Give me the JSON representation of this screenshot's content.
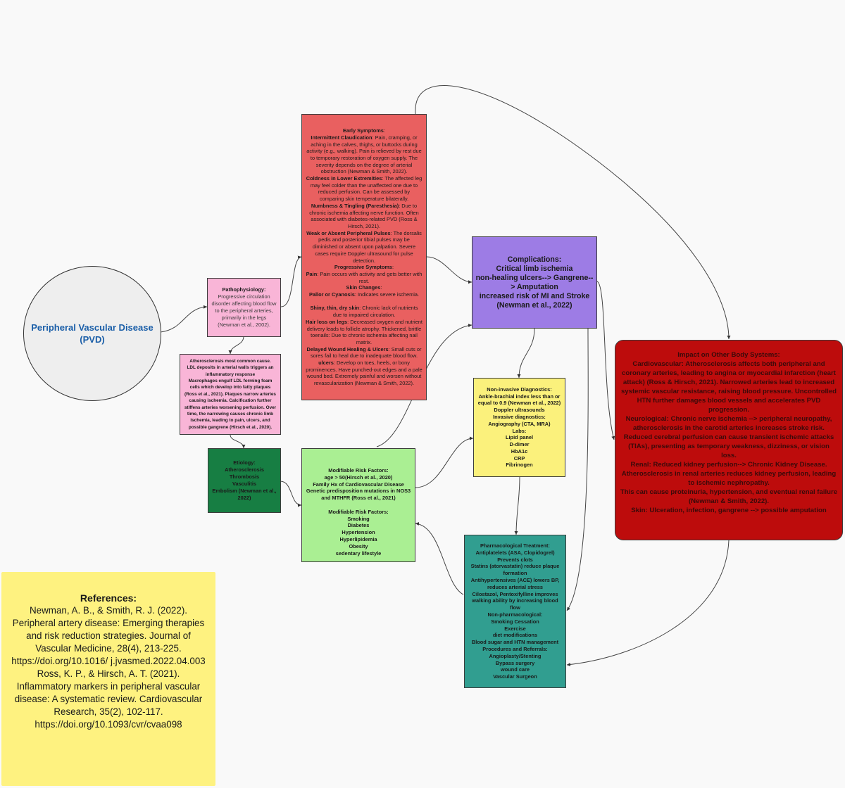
{
  "colors": {
    "background": "#f9f9f9",
    "pvd_circle": "#eeeeee",
    "pvd_title": "#1a5ea8",
    "pathophysiology": "#f9b5d7",
    "atherosclerosis": "#f9b5d7",
    "etiology": "#177e43",
    "symptoms": "#e96060",
    "risk_factors": "#aaef93",
    "complications": "#9d7ce5",
    "diagnostics": "#fbf17c",
    "treatment": "#319e90",
    "impact": "#bd0c0c",
    "references": "#fef280"
  },
  "pvd": {
    "title_line1": "Peripheral Vascular Disease",
    "title_line2": "(PVD)"
  },
  "pathophysiology": {
    "heading": "Pathophysiology:",
    "body": "Progressive circulation disorder affecting blood flow to the peripheral arteries, primarily in the legs (Newman et al., 2002)."
  },
  "atherosclerosis": {
    "lines": [
      "Atherosclerosis most common cause.",
      "LDL deposits in arterial walls triggers an inflammatory response",
      "Macrophages engulf LDL forming foam cells which develop into fatty plaques (Ross et al., 2021). Plaques narrow arteries causing ischemia. Calcification further stiffens arteries worsening perfusion. Over time, the narrowing causes chronic limb ischemia, leading to pain, ulcers, and possible gangrene (Hirsch et al., 2020)."
    ]
  },
  "etiology": {
    "heading": "Etiology:",
    "items": [
      "Atherosclerosis",
      "Thrombosis",
      "Vasculitis",
      "Embolism (Newman et al., 2022)"
    ]
  },
  "symptoms": {
    "sections": [
      {
        "label": "Early Symptoms",
        "sep": ":",
        "text": ""
      },
      {
        "label": "Intermittent Claudication",
        "sep": ":",
        "text": "  Pain, cramping, or aching in the calves, thighs, or buttocks during activity (e.g., walking).  Pain is relieved by rest due to temporary restoration of oxygen supply.  The severity depends on the degree of arterial obstruction (Newman & Smith, 2022)."
      },
      {
        "label": "Coldness in Lower Extremities",
        "sep": ":",
        "text": "  The affected leg may feel colder than the unaffected one due to reduced perfusion.  Can be assessed by comparing skin temperature bilaterally."
      },
      {
        "label": "Numbness & Tingling (Paresthesia)",
        "sep": ":",
        "text": "  Due to chronic ischemia affecting nerve function.  Often associated with diabetes-related PVD (Ross & Hirsch, 2021)."
      },
      {
        "label": "Weak or Absent Peripheral Pulses",
        "sep": ":",
        "text": "  The dorsalis pedis and posterior tibial pulses may be diminished or absent upon palpation.  Severe cases require Doppler ultrasound for pulse detection."
      },
      {
        "label": "Progressive Symptoms",
        "sep": ":",
        "text": ""
      },
      {
        "label": "Pain",
        "sep": ":",
        "text": "  Pain occurs with activity and gets better with rest."
      },
      {
        "label": "Skin Changes",
        "sep": ":",
        "text": ""
      },
      {
        "label": "Pallor or Cyanosis",
        "sep": ":",
        "text": " Indicates severe ischemia."
      },
      {
        "label": "",
        "sep": "",
        "text": " "
      },
      {
        "label": "Shiny, thin, dry skin",
        "sep": ":",
        "text": " Chronic lack of nutrients due to impaired circulation."
      },
      {
        "label": "Hair loss on legs",
        "sep": ":",
        "text": " Decreased oxygen and nutrient delivery leads to follicle atrophy.  Thickened, brittle toenails: Due to chronic ischemia affecting nail matrix."
      },
      {
        "label": "Delayed Wound Healing & Ulcers",
        "sep": ":",
        "text": "  Small cuts or sores fail to heal due to inadequate blood flow."
      },
      {
        "label": "ulcers",
        "sep": ":",
        "text": "  Develop on toes, heels, or bony prominences.  Have punched-out edges and a pale wound bed.  Extremely painful and worsen without revascularization (Newman & Smith, 2022)."
      }
    ]
  },
  "risk_factors": {
    "non_modifiable_heading": "Modifiable Risk Factors:",
    "non_modifiable": [
      "age > 50(Hirsch et al., 2020)",
      "Family Hx of Cardiovascular Disease",
      "Genetic predisposition mutations in NOS3 and MTHFR (Ross et al., 2021)"
    ],
    "modifiable_heading": "Modifiable Risk Factors:",
    "modifiable": [
      "Smoking",
      "Diabetes",
      "Hypertension",
      "Hyperlipidemia",
      "Obesity",
      "sedentary lifestyle"
    ]
  },
  "complications": {
    "lines": [
      "Complications:",
      "Critical limb ischemia",
      "non-healing ulcers--> Gangrene--> Amputation",
      "increased risk of MI and Stroke",
      "(Newman et al., 2022)"
    ]
  },
  "diagnostics": {
    "lines": [
      "Non-invasive Diagnostics:",
      "Ankle-brachial index less than or equal to 0.9 (Newman et al., 2022)",
      "Doppler ultrasounds",
      "Invasive diagnostics:",
      "Angiography (CTA, MRA)",
      "Labs:",
      "Lipid panel",
      "D-dimer",
      "HbA1c",
      "CRP",
      "Fibrinogen"
    ]
  },
  "treatment": {
    "lines": [
      "Pharmacological Treatment:",
      "Antiplatelets (ASA, Clopidogrel)",
      "Prevents clots",
      "Statins (atorvastatin) reduce plaque formation",
      "Antihypertensives (ACE) lowers BP, reduces arterial stress",
      "Cilostazol, Pentoxifylline improves walking ability by increasing blood flow",
      "Non-pharmacological:",
      "Smoking Cessation",
      "Exercise",
      "diet modifications",
      "Blood sugar and HTN management",
      "Procedures and Referrals:",
      "Angioplasty/Stenting",
      "Bypass surgery",
      "wound care",
      "Vascular Surgeon"
    ]
  },
  "impact": {
    "lines": [
      "Impact on Other Body Systems:",
      "Cardiovascular:  Atherosclerosis affects both peripheral and coronary arteries, leading to angina or myocardial infarction (heart attack) (Ross & Hirsch, 2021).  Narrowed arteries lead to increased systemic vascular resistance, raising blood pressure.  Uncontrolled HTN further damages blood vessels and accelerates PVD progression.",
      "Neurological: Chronic nerve ischemia --> peripheral neuropathy, atherosclerosis in the carotid arteries increases stroke risk.",
      "Reduced cerebral perfusion can cause transient ischemic attacks (TIAs), presenting as temporary weakness, dizziness, or vision loss.",
      "Renal: Reduced kidney perfusion--> Chronic Kidney Disease. Atherosclerosis in renal arteries reduces kidney perfusion, leading to ischemic nephropathy.",
      "This can cause proteinuria, hypertension, and eventual renal failure (Newman & Smith, 2022).",
      "Skin: Ulceration, infection, gangrene --> possible amputation"
    ]
  },
  "references": {
    "heading": "References:",
    "entries": [
      "Newman, A. B., & Smith, R. J. (2022). Peripheral artery disease: Emerging therapies and risk reduction strategies. Journal of Vascular Medicine, 28(4), 213-225. https://doi.org/10.1016/ j.jvasmed.2022.04.003",
      "Ross, K. P., & Hirsch, A. T. (2021). Inflammatory markers in peripheral vascular disease: A systematic review. Cardiovascular Research, 35(2), 102-117. https://doi.org/10.1093/cvr/cvaa098"
    ]
  }
}
